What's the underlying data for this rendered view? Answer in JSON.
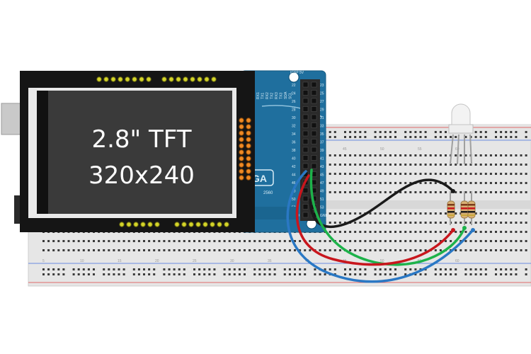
{
  "tft": {
    "line1": "2.8\" TFT",
    "line2": "320x240"
  },
  "arduino": {
    "logo_fragment": "GA",
    "model_fragment": "2560",
    "top_pins_text": "ICSP 5V",
    "left_pin_numbers": [
      "22",
      "24",
      "26",
      "28",
      "30",
      "32",
      "34",
      "36",
      "38",
      "40",
      "42",
      "44",
      "46",
      "48",
      "50",
      "52",
      "GND"
    ],
    "right_pin_numbers": [
      "23",
      "25",
      "27",
      "29",
      "31",
      "33",
      "35",
      "37",
      "39",
      "41",
      "43",
      "45",
      "47",
      "49",
      "51",
      "53",
      "GND"
    ],
    "side_labels": [
      "RX1",
      "TX1",
      "RX2",
      "TX2",
      "RX3",
      "TX3",
      "SDA",
      "SCL"
    ]
  },
  "breadboard": {
    "column_numbers": [
      "5",
      "10",
      "15",
      "20",
      "25",
      "30",
      "35",
      "40",
      "45",
      "50",
      "55",
      "60"
    ]
  },
  "wires": [
    {
      "name": "black-wire",
      "color": "#1a1a1a"
    },
    {
      "name": "green-wire",
      "color": "#1db24a"
    },
    {
      "name": "red-wire",
      "color": "#c8161d"
    },
    {
      "name": "blue-wire",
      "color": "#2a78c4"
    }
  ],
  "led": {
    "type": "rgb-led"
  },
  "resistors": 3
}
